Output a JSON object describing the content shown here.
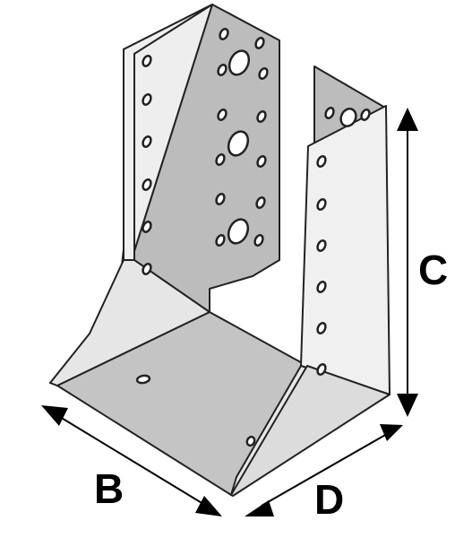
{
  "diagram": {
    "dimension_labels": {
      "B": "B",
      "C": "C",
      "D": "D"
    },
    "colors": {
      "metal_light": "#eeeeee",
      "metal_shadow": "#b6b6b6",
      "metal_mid": "#d7d7d7",
      "outline": "#222222",
      "arrow": "#000000",
      "hole": "#ffffff"
    }
  }
}
